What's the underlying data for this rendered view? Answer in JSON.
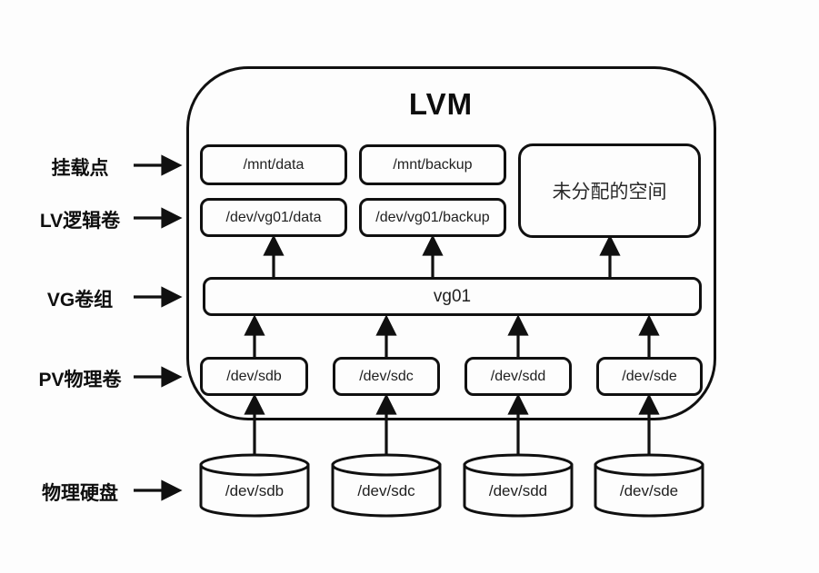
{
  "diagram": {
    "title": "LVM",
    "layer_labels": {
      "mount_point": "挂载点",
      "logical_volume": "LV逻辑卷",
      "volume_group": "VG卷组",
      "physical_volume": "PV物理卷",
      "physical_disk": "物理硬盘"
    },
    "mount_points": [
      "/mnt/data",
      "/mnt/backup"
    ],
    "unallocated_label": "未分配的空间",
    "logical_volumes": [
      "/dev/vg01/data",
      "/dev/vg01/backup"
    ],
    "volume_group": "vg01",
    "physical_volumes": [
      "/dev/sdb",
      "/dev/sdc",
      "/dev/sdd",
      "/dev/sde"
    ],
    "physical_disks": [
      "/dev/sdb",
      "/dev/sdc",
      "/dev/sdd",
      "/dev/sde"
    ],
    "colors": {
      "stroke": "#101010",
      "text": "#1f1f1f",
      "background": "#fdfdfd"
    }
  }
}
